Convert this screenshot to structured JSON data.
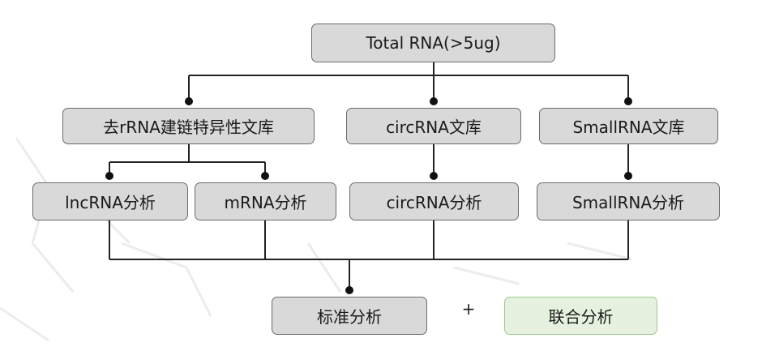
{
  "nodes": {
    "total": "Total RNA(>5ug)",
    "lib_rrna": "去rRNA建链特异性文库",
    "lib_circ": "circRNA文库",
    "lib_small": "SmallRNA文库",
    "an_lnc": "lncRNA分析",
    "an_m": "mRNA分析",
    "an_circ": "circRNA分析",
    "an_small": "SmallRNA分析",
    "standard": "标准分析",
    "joint": "联合分析"
  },
  "plus_sign": "+",
  "colors": {
    "box_fill": "#d9d9d9",
    "box_border": "#6b6b6b",
    "joint_fill": "#e6f2df",
    "joint_border": "#9ec98c",
    "line": "#222222"
  }
}
